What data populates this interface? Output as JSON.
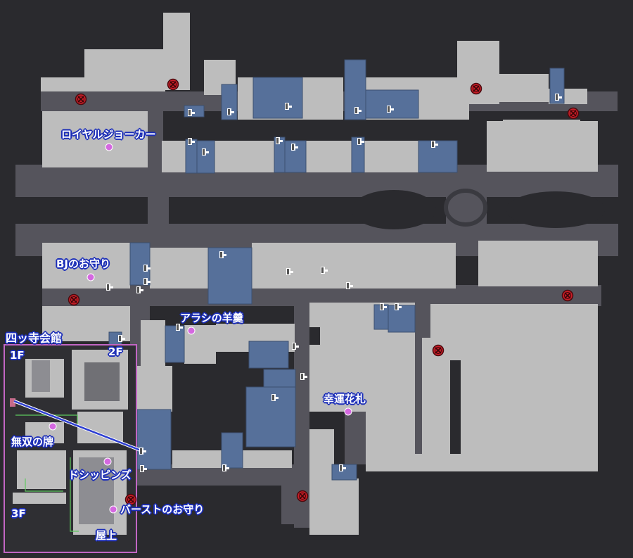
{
  "colors": {
    "background": "#2a2a2e",
    "road": "#55545c",
    "building": "#bdbdbd",
    "shop": "#56709a",
    "pin": "#d468e0",
    "inset_border": "#c266c4",
    "route_line": "#2e3fd1",
    "no_entry": "#c81e28",
    "label_outline": "#1d2fb8"
  },
  "icons": {
    "marker": "pink-circle-marker",
    "entrance": "door-entrance-icon",
    "blocked": "no-entry-icon"
  },
  "locations": [
    {
      "name": "loc-royal-joker",
      "label": "ロイヤルジョーカー"
    },
    {
      "name": "loc-bj-charm",
      "label": "BJのお守り"
    },
    {
      "name": "loc-arashi-yokan",
      "label": "アラシの羊羹"
    },
    {
      "name": "loc-lucky-hanafuda",
      "label": "幸運花札"
    },
    {
      "name": "loc-musou-pai",
      "label": "無双の牌"
    },
    {
      "name": "loc-doshippins",
      "label": "ドシッピンズ"
    },
    {
      "name": "loc-burst-charm",
      "label": "バーストのお守り"
    }
  ],
  "inset": {
    "title": "四ッ寺会館",
    "floors": [
      "1F",
      "2F",
      "3F",
      "屋上"
    ]
  }
}
